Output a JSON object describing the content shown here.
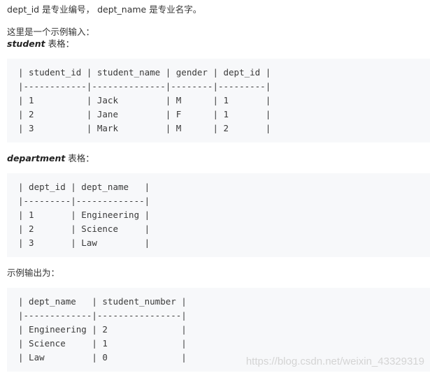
{
  "intro": {
    "definition": "dept_id 是专业编号， dept_name 是专业名字。",
    "example_input_label": "这里是一个示例输入：",
    "student_caption_name": "student",
    "student_caption_suffix": " 表格：",
    "department_caption_name": "department",
    "department_caption_suffix": " 表格：",
    "example_output_label": "示例输出为："
  },
  "student_table": {
    "lines": [
      "| student_id | student_name | gender | dept_id |",
      "|------------|--------------|--------|---------|",
      "| 1          | Jack         | M      | 1       |",
      "| 2          | Jane         | F      | 1       |",
      "| 3          | Mark         | M      | 2       |"
    ]
  },
  "department_table": {
    "lines": [
      "| dept_id | dept_name   |",
      "|---------|-------------|",
      "| 1       | Engineering |",
      "| 2       | Science     |",
      "| 3       | Law         |"
    ]
  },
  "output_table": {
    "lines": [
      "| dept_name   | student_number |",
      "|-------------|----------------|",
      "| Engineering | 2              |",
      "| Science     | 1              |",
      "| Law         | 0              |"
    ]
  },
  "watermark": "https://blog.csdn.net/weixin_43329319"
}
